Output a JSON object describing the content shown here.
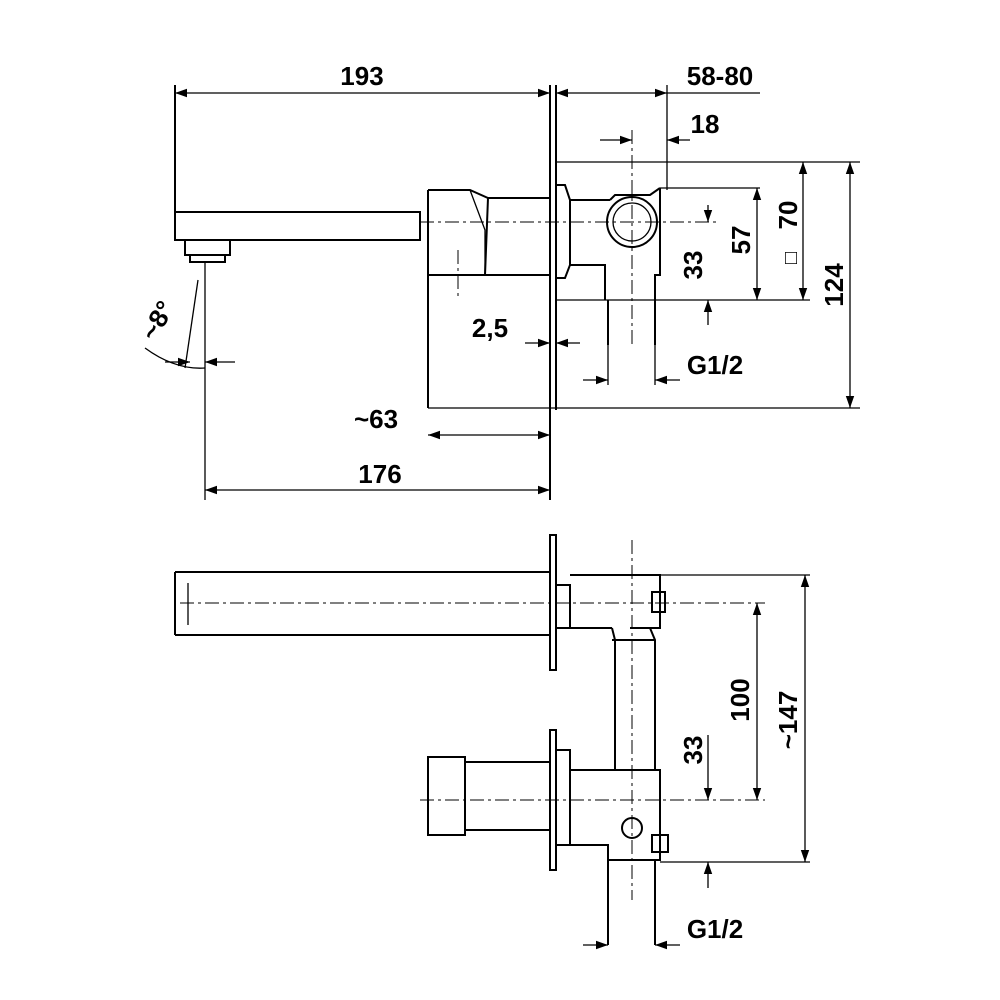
{
  "drawing": {
    "line_color": "#000000",
    "background": "#ffffff",
    "top_view": {
      "dim_spout_length": "193",
      "dim_wall_depth": "58-80",
      "dim_offset": "18",
      "dim_box_square": "70",
      "dim_box_square_symbol": "□",
      "dim_57": "57",
      "dim_33": "33",
      "dim_124": "124",
      "dim_angle": "~8°",
      "dim_plate": "2,5",
      "dim_thread": "G1/2",
      "dim_handle": "~63",
      "dim_outlet": "176"
    },
    "bottom_view": {
      "dim_100": "100",
      "dim_147": "~147",
      "dim_33": "33",
      "dim_thread": "G1/2"
    }
  }
}
